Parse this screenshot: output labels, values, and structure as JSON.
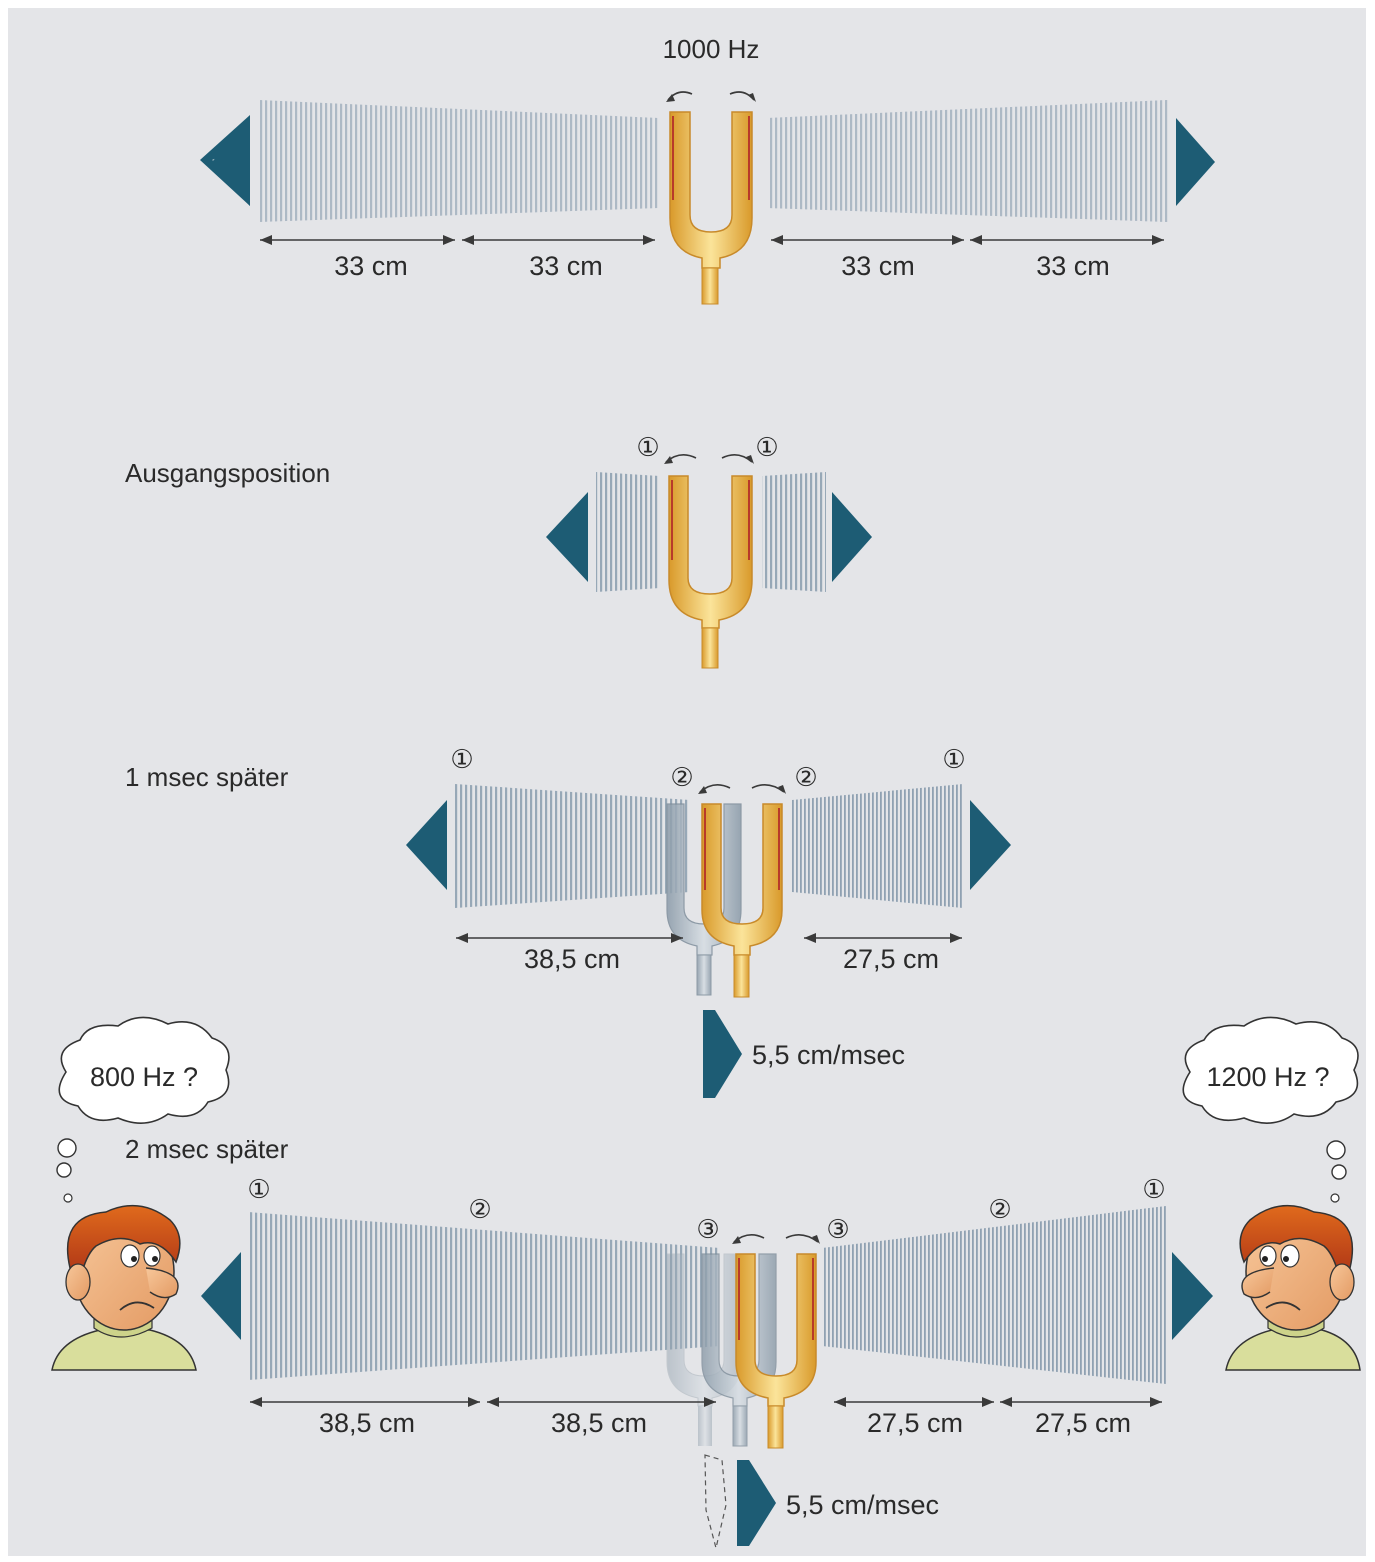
{
  "colors": {
    "background": "#e4e5e8",
    "wave": "#4a6a86",
    "arrow": "#1d5c74",
    "fork_gold": "#e8b84a",
    "fork_grey": "#a8b4bf"
  },
  "panel1": {
    "frequency": "1000 Hz",
    "dist_1": "33 cm",
    "dist_2": "33 cm",
    "dist_3": "33 cm",
    "dist_4": "33 cm"
  },
  "panel2": {
    "title": "Ausgangsposition",
    "marker_left": "①",
    "marker_right": "①"
  },
  "panel3": {
    "title": "1 msec später",
    "marker_far_left": "①",
    "marker_near_left": "②",
    "marker_near_right": "②",
    "marker_far_right": "①",
    "dist_left": "38,5 cm",
    "dist_right": "27,5 cm",
    "speed": "5,5 cm/msec"
  },
  "panel4": {
    "title": "2 msec später",
    "marker_1_left": "①",
    "marker_2_left": "②",
    "marker_3_left": "③",
    "marker_3_right": "③",
    "marker_2_right": "②",
    "marker_1_right": "①",
    "dist_1": "38,5 cm",
    "dist_2": "38,5 cm",
    "dist_3": "27,5 cm",
    "dist_4": "27,5 cm",
    "speed": "5,5 cm/msec",
    "thought_left": "800 Hz ?",
    "thought_right": "1200 Hz ?"
  }
}
